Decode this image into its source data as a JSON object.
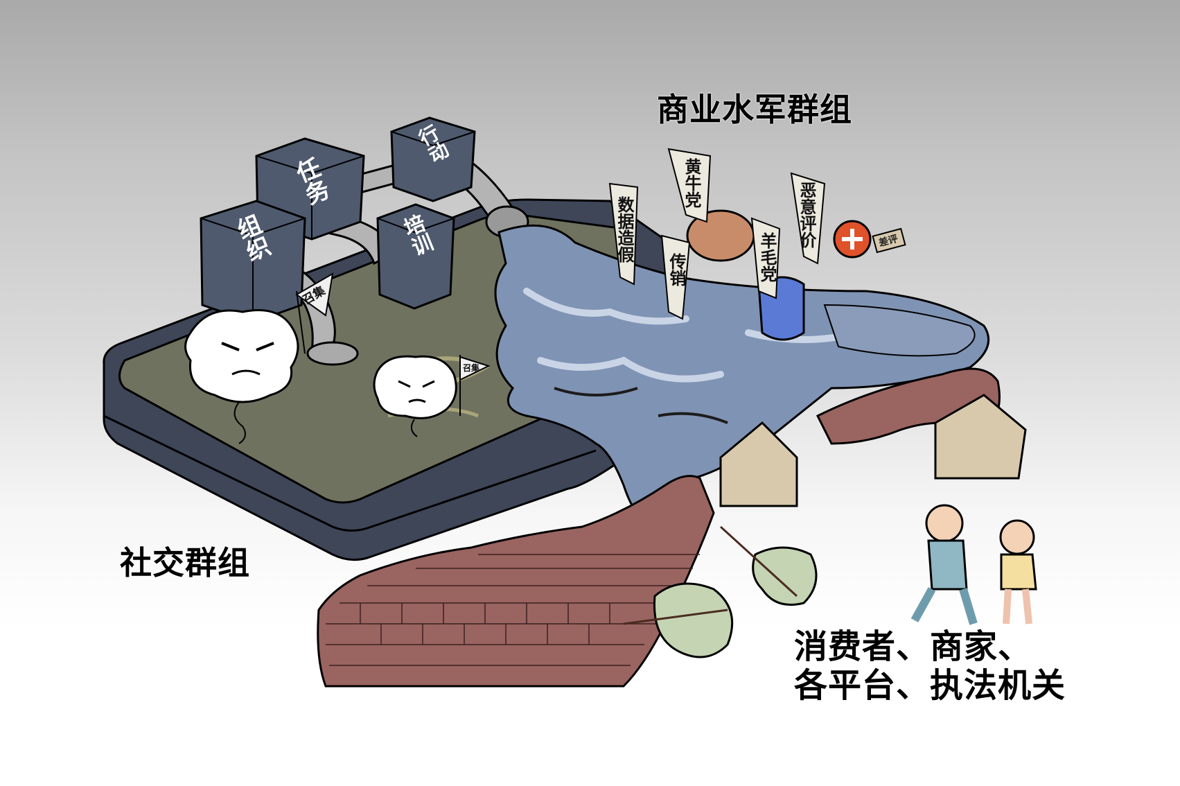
{
  "labels": {
    "commercial_troll_groups": "商业水军群组",
    "social_groups": "社交群组",
    "victims_line1": "消费者、商家、",
    "victims_line2": "各平台、执法机关"
  },
  "blocks": [
    {
      "id": "organize",
      "label": "组织"
    },
    {
      "id": "task",
      "label": "任务"
    },
    {
      "id": "action",
      "label": "行动"
    },
    {
      "id": "training",
      "label": "培训"
    }
  ],
  "banners": [
    {
      "id": "data-fraud",
      "label": "数据造假"
    },
    {
      "id": "scalpers",
      "label": "黄牛党"
    },
    {
      "id": "pyramid-selling",
      "label": "传销"
    },
    {
      "id": "freebie-hunters",
      "label": "羊毛党"
    },
    {
      "id": "malicious-reviews",
      "label": "恶意评价"
    }
  ],
  "flags": [
    {
      "id": "recruit-1",
      "label": "召集"
    },
    {
      "id": "recruit-2",
      "label": "召集"
    }
  ],
  "sign": {
    "label": "差评"
  },
  "colors": {
    "tray": "#4a5568",
    "tray_dark": "#3d4556",
    "screen": "#777a66",
    "water": "#7f93b4",
    "water_light": "#b5c3d9",
    "brick": "#9a6460",
    "leaf": "#c5d4b2",
    "banner": "#ece9df",
    "pipe": "#a9a9a9"
  }
}
